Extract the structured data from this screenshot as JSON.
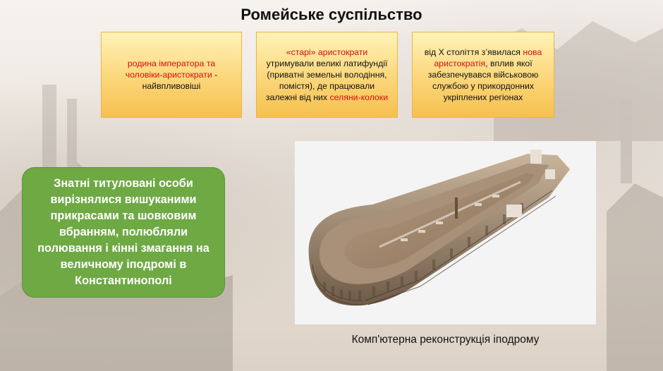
{
  "slide": {
    "title": "Ромейське суспільство",
    "cards": [
      {
        "parts": [
          {
            "text": "родина імператора та чоловіки-аристократи",
            "red": true
          },
          {
            "text": " - найвпливовіші",
            "red": false
          }
        ]
      },
      {
        "parts": [
          {
            "text": "«старі» аристократи",
            "red": true
          },
          {
            "text": " утримували великі латифундії (приватні земельні володіння, помістя), де працювали залежні від них ",
            "red": false
          },
          {
            "text": "селяни-колоки",
            "red": true
          }
        ]
      },
      {
        "parts": [
          {
            "text": "від X століття з’явилася ",
            "red": false
          },
          {
            "text": "нова аристократія",
            "red": true
          },
          {
            "text": ", вплив якої забезпечувався військовою службою у прикордонних укріплених регіонах",
            "red": false
          }
        ]
      }
    ],
    "green_box": "Знатні титуловані особи вирізнялися вишуканими прикрасами та шовковим вбранням, полюбляли полювання і кінні змагання на величному іподромі в Константинополі",
    "image_caption": "Комп'ютерна реконструкція іподрому"
  },
  "colors": {
    "card_accent": "#d50f0f",
    "green_box": "#6ea944",
    "card_fill": "#fbd679"
  }
}
